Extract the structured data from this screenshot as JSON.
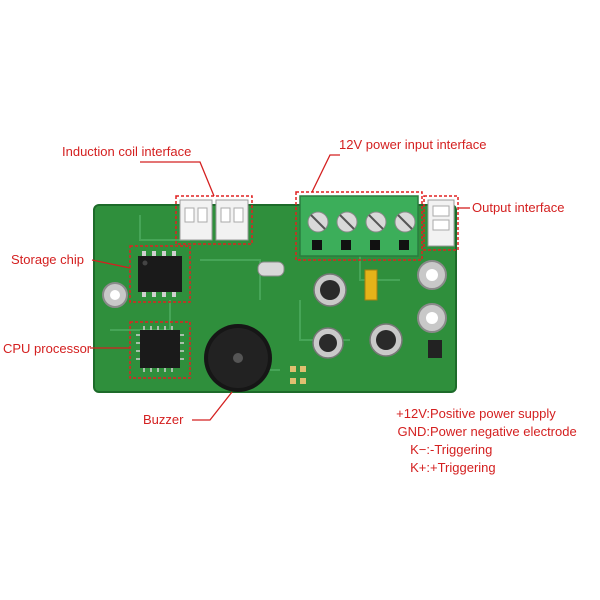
{
  "colors": {
    "label": "#d42020",
    "board": "#2f8f3c",
    "board_dark": "#1d6b2a",
    "terminal": "#3cae5a",
    "highlight": "#e02020"
  },
  "callouts": {
    "induction_coil": "Induction coil interface",
    "power_input": "12V power input interface",
    "output": "Output interface",
    "storage_chip": "Storage chip",
    "cpu": "CPU processor",
    "buzzer": "Buzzer"
  },
  "legend": [
    {
      "key": "+12V:",
      "desc": "Positive power supply"
    },
    {
      "key": "GND:",
      "desc": "Power negative electrode"
    },
    {
      "key": "K−:",
      "desc": "-Triggering"
    },
    {
      "key": "K+:",
      "desc": "+Triggering"
    }
  ]
}
